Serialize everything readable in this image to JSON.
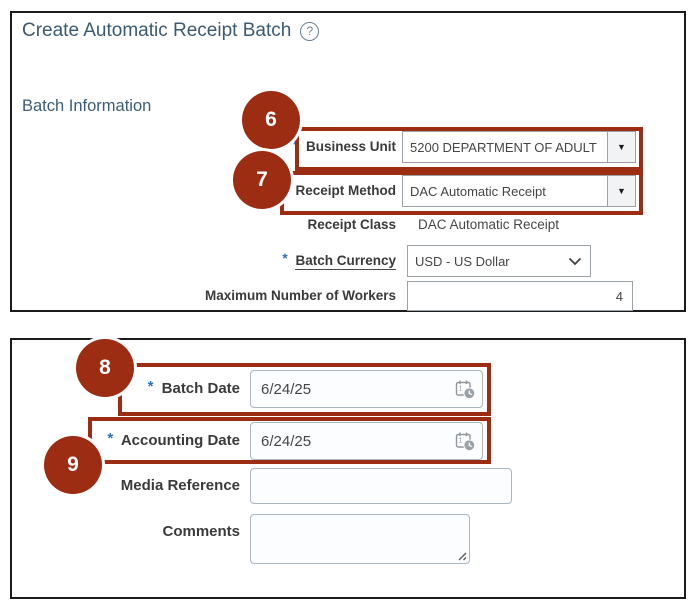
{
  "ui": {
    "required_marker": "*",
    "help_glyph": "?",
    "dropdown_arrow": "▼"
  },
  "colors": {
    "callout_red": "#9c2c12",
    "heading_blue": "#3c5a73",
    "asterisk_blue": "#2b6fc0",
    "panel_border": "#1b1b1b"
  },
  "panel_top": {
    "title": "Create Automatic Receipt Batch",
    "section_heading": "Batch Information",
    "business_unit": {
      "label": "Business Unit",
      "value": "5200 DEPARTMENT OF ADULT"
    },
    "receipt_method": {
      "label": "Receipt Method",
      "value": "DAC Automatic Receipt"
    },
    "receipt_class": {
      "label": "Receipt Class",
      "value": "DAC Automatic Receipt"
    },
    "batch_currency": {
      "label": "Batch Currency",
      "value": "USD - US Dollar"
    },
    "max_workers": {
      "label": "Maximum Number of Workers",
      "value": "4"
    }
  },
  "panel_bottom": {
    "batch_date": {
      "label": "Batch Date",
      "value": "6/24/25"
    },
    "accounting_date": {
      "label": "Accounting Date",
      "value": "6/24/25"
    },
    "media_reference": {
      "label": "Media Reference",
      "value": ""
    },
    "comments": {
      "label": "Comments",
      "value": ""
    }
  },
  "callouts": {
    "business_unit": "6",
    "receipt_method": "7",
    "batch_date": "8",
    "accounting_date": "9"
  }
}
